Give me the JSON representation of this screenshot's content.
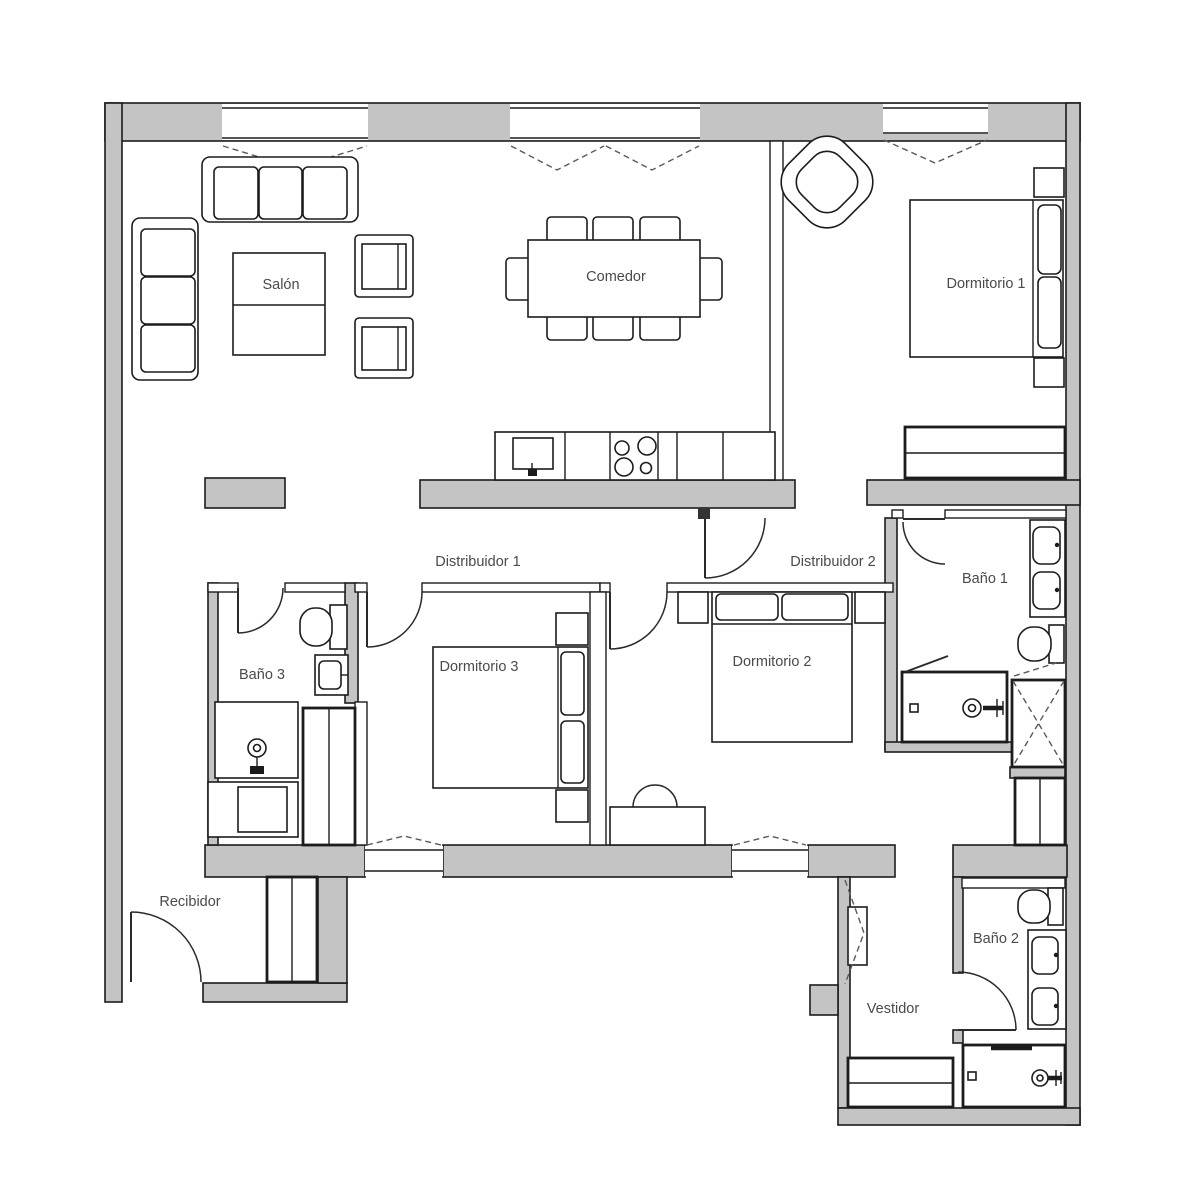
{
  "plan_labels": {
    "salon": "Salón",
    "comedor": "Comedor",
    "dormitorio1": "Dormitorio 1",
    "distribuidor1": "Distribuidor 1",
    "distribuidor2": "Distribuidor 2",
    "bano1": "Baño 1",
    "bano3": "Baño 3",
    "dormitorio3": "Dormitorio 3",
    "dormitorio2": "Dormitorio 2",
    "recibidor": "Recibidor",
    "bano2": "Baño 2",
    "vestidor": "Vestidor"
  },
  "rooms": [
    {
      "id": "salon",
      "label": "Salón"
    },
    {
      "id": "comedor",
      "label": "Comedor"
    },
    {
      "id": "dormitorio1",
      "label": "Dormitorio 1"
    },
    {
      "id": "distribuidor1",
      "label": "Distribuidor 1"
    },
    {
      "id": "distribuidor2",
      "label": "Distribuidor 2"
    },
    {
      "id": "bano1",
      "label": "Baño 1"
    },
    {
      "id": "bano3",
      "label": "Baño 3"
    },
    {
      "id": "dormitorio3",
      "label": "Dormitorio 3"
    },
    {
      "id": "dormitorio2",
      "label": "Dormitorio 2"
    },
    {
      "id": "recibidor",
      "label": "Recibidor"
    },
    {
      "id": "bano2",
      "label": "Baño 2"
    },
    {
      "id": "vestidor",
      "label": "Vestidor"
    }
  ],
  "fixtures": [
    "sofa-icon",
    "armchair-icon",
    "coffee-table-icon",
    "dining-table-icon",
    "dining-chair-icon",
    "kitchen-counter-icon",
    "sink-icon",
    "stove-burners-icon",
    "double-bed-icon",
    "single-bed-icon",
    "nightstand-icon",
    "corner-chair-icon",
    "wardrobe-icon",
    "toilet-icon",
    "washbasin-icon",
    "shower-tray-icon",
    "shower-head-icon",
    "washing-machine-icon",
    "bathtub-icon",
    "desk-icon",
    "mirror-icon",
    "door-swing-icon",
    "window-icon"
  ],
  "colors": {
    "background": "#ffffff",
    "wall_fill": "#c4c4c4",
    "wall_line": "#1c1c1c",
    "furniture_line": "#1c1c1c",
    "dashed_line": "#5a5a5a",
    "label_color": "#4a4a4a"
  }
}
